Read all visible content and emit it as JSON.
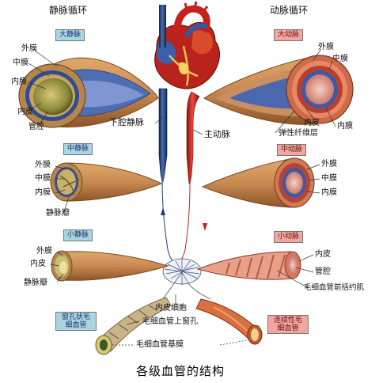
{
  "headers": {
    "vein_circ": "静脉循环",
    "artery_circ": "动脉循环"
  },
  "tags": {
    "large_vein": "大静脉",
    "large_artery": "大动脉",
    "medium_vein": "中静脉",
    "medium_artery": "中动脉",
    "small_vein": "小静脉",
    "small_artery": "小动脉",
    "fenestrated_cap": "窗孔状毛细血管",
    "continuous_cap": "连续性毛细血管"
  },
  "labels": {
    "lv_adventitia": "外膜",
    "lv_media": "中膜",
    "lv_intima": "内膜",
    "lv_endothelium": "内皮",
    "lv_lumen": "管腔",
    "la_adventitia": "外膜",
    "la_media": "中膜",
    "la_intima": "内膜",
    "la_endothelium": "内皮",
    "la_elastic": "弹性纤维层",
    "ivc": "下腔静脉",
    "aorta": "主动脉",
    "mv_adventitia": "外膜",
    "mv_media": "中膜",
    "mv_intima": "内膜",
    "mv_valve": "静脉瓣",
    "ma_adventitia": "外膜",
    "ma_media": "中膜",
    "ma_intima": "内膜",
    "sv_adventitia": "外膜",
    "sv_endothelium": "内皮",
    "sv_valve": "静脉瓣",
    "sa_endothelium": "内皮",
    "sa_lumen": "管腔",
    "sa_sphincter": "毛细血管前括约肌",
    "endothelial_cell": "内皮细胞",
    "cap_fenestra": "毛细血管上窗孔",
    "cap_basement": "毛细血管基膜"
  },
  "title": "各级血管的结构",
  "colors": {
    "vein_blue": "#1f3d7a",
    "artery_red": "#c8201c",
    "tissue_tan": "#c98a52",
    "tag_blue": "#a9d5e2",
    "tag_red": "#f2a6a0"
  }
}
